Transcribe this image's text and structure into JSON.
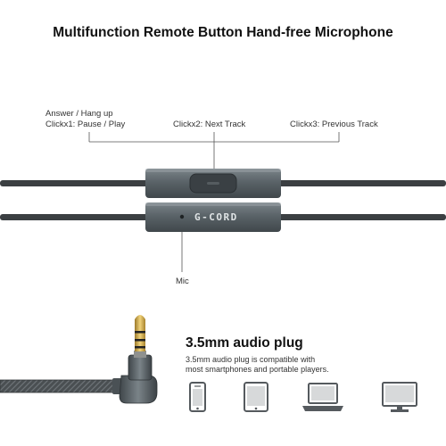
{
  "header": {
    "title": "Multifunction Remote Button Hand-free Microphone"
  },
  "callouts": {
    "answer_line1": "Answer / Hang up",
    "answer_line2": "Clickx1: Pause / Play",
    "click2": "Clickx2: Next Track",
    "click3": "Clickx3: Previous Track",
    "mic": "Mic"
  },
  "remote": {
    "brand": "G-CORD"
  },
  "plug": {
    "title": "3.5mm audio plug",
    "desc_line1": "3.5mm audio plug is compatible with",
    "desc_line2": "most smartphones and portable players."
  },
  "devices": [
    {
      "icon": "smartphone-icon"
    },
    {
      "icon": "tablet-icon"
    },
    {
      "icon": "laptop-icon"
    },
    {
      "icon": "monitor-icon"
    }
  ],
  "colors": {
    "cable": "#3b3f42",
    "remote_body": "#5d666b",
    "gold": "#c9a646",
    "device_icon": "#555a5e"
  }
}
